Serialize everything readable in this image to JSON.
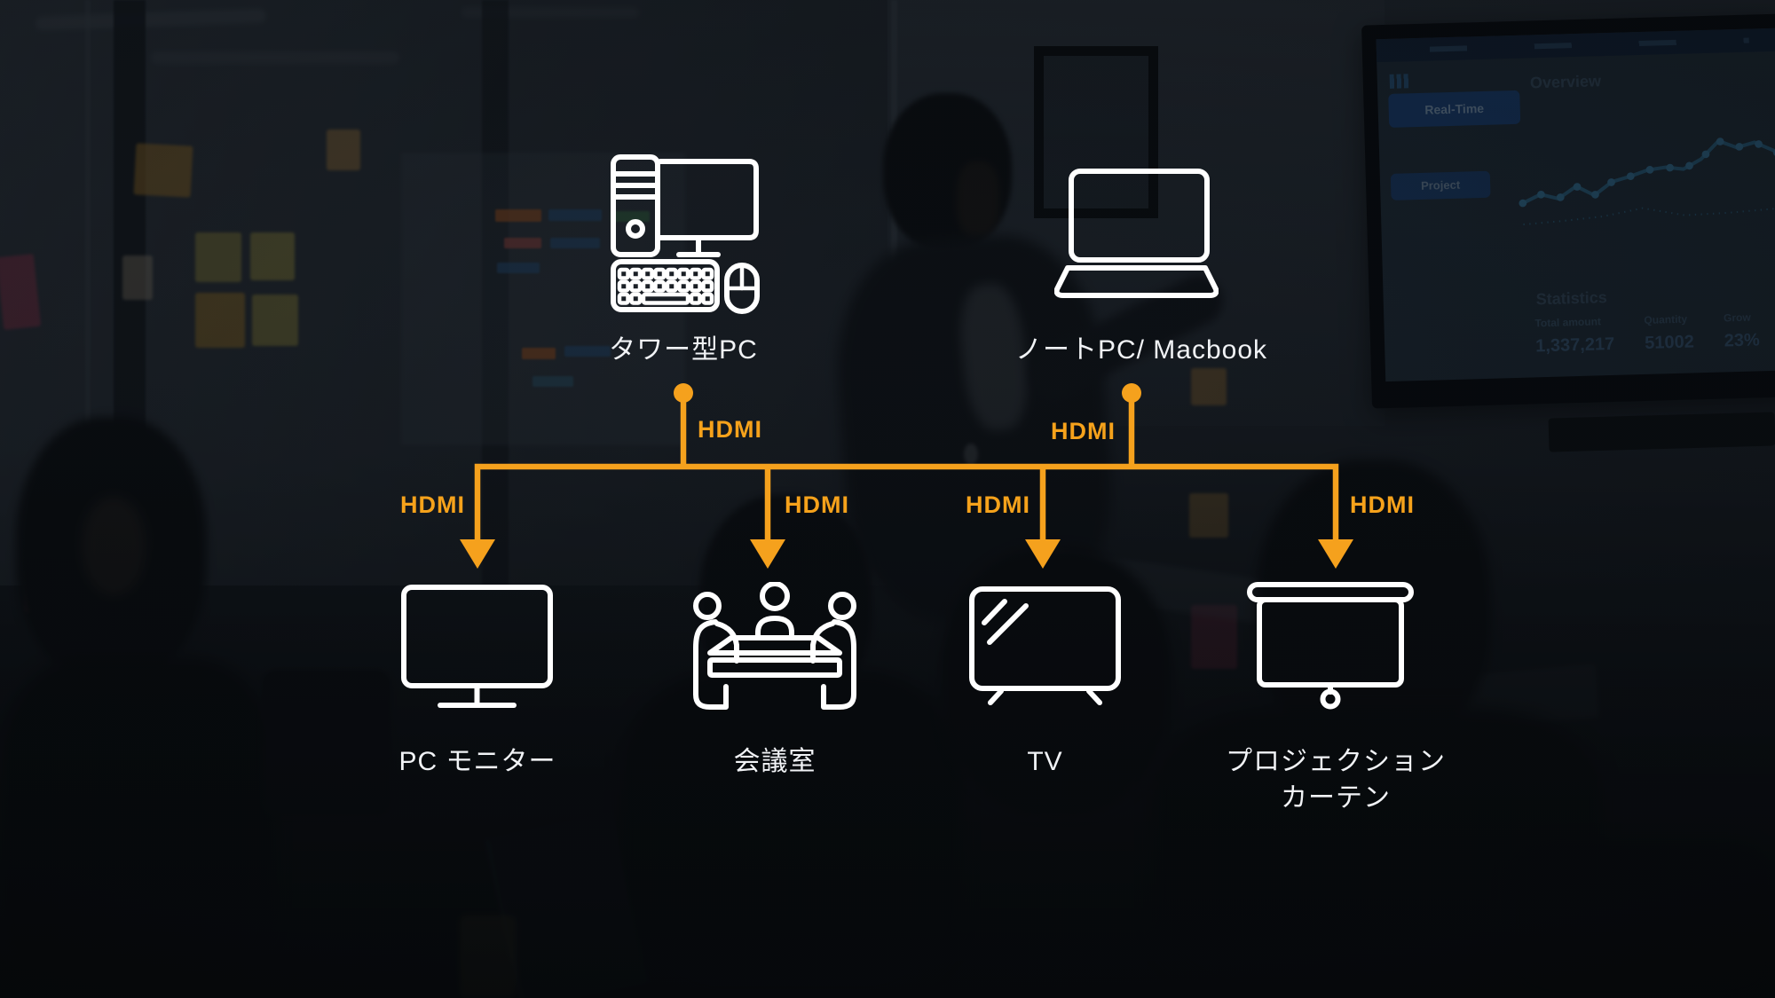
{
  "diagram": {
    "accent_color": "#F5A11D",
    "icon_stroke_color": "#FFFFFF",
    "sources": [
      {
        "id": "tower-pc",
        "label": "タワー型PC"
      },
      {
        "id": "laptop",
        "label": "ノートPC/ Macbook"
      }
    ],
    "outputs": [
      {
        "id": "pc-monitor",
        "label": "PC モニター"
      },
      {
        "id": "meeting-room",
        "label": "会議室"
      },
      {
        "id": "tv",
        "label": "TV"
      },
      {
        "id": "projector-screen",
        "label": "プロジェクション",
        "label2": "カーテン"
      }
    ],
    "connections": [
      {
        "from": "tower-pc",
        "to": "splitter-bus",
        "label": "HDMI"
      },
      {
        "from": "laptop",
        "to": "splitter-bus",
        "label": "HDMI"
      },
      {
        "from": "splitter-bus",
        "to": "pc-monitor",
        "label": "HDMI"
      },
      {
        "from": "splitter-bus",
        "to": "meeting-room",
        "label": "HDMI"
      },
      {
        "from": "splitter-bus",
        "to": "tv",
        "label": "HDMI"
      },
      {
        "from": "splitter-bus",
        "to": "projector-screen",
        "label": "HDMI"
      }
    ]
  },
  "background": {
    "wall_screen": {
      "sidebar_button1": "Real-Time",
      "sidebar_button2": "Project",
      "section_title1": "Overview",
      "section_title2": "Statistics",
      "stats": [
        {
          "label": "Total amount",
          "value": "1,337,217"
        },
        {
          "label": "Quantity",
          "value": "51002"
        },
        {
          "label": "Grow",
          "value": "23%"
        }
      ],
      "chart_points": "15,212 45,198 75,206 105,186 135,202 165,180 195,172 225,162 255,158 285,162 315,146 345,116 375,128 405,120 435,134 455,146",
      "dotted_points": "15,248 80,244 150,238 215,226 285,240 355,238 455,232"
    }
  }
}
